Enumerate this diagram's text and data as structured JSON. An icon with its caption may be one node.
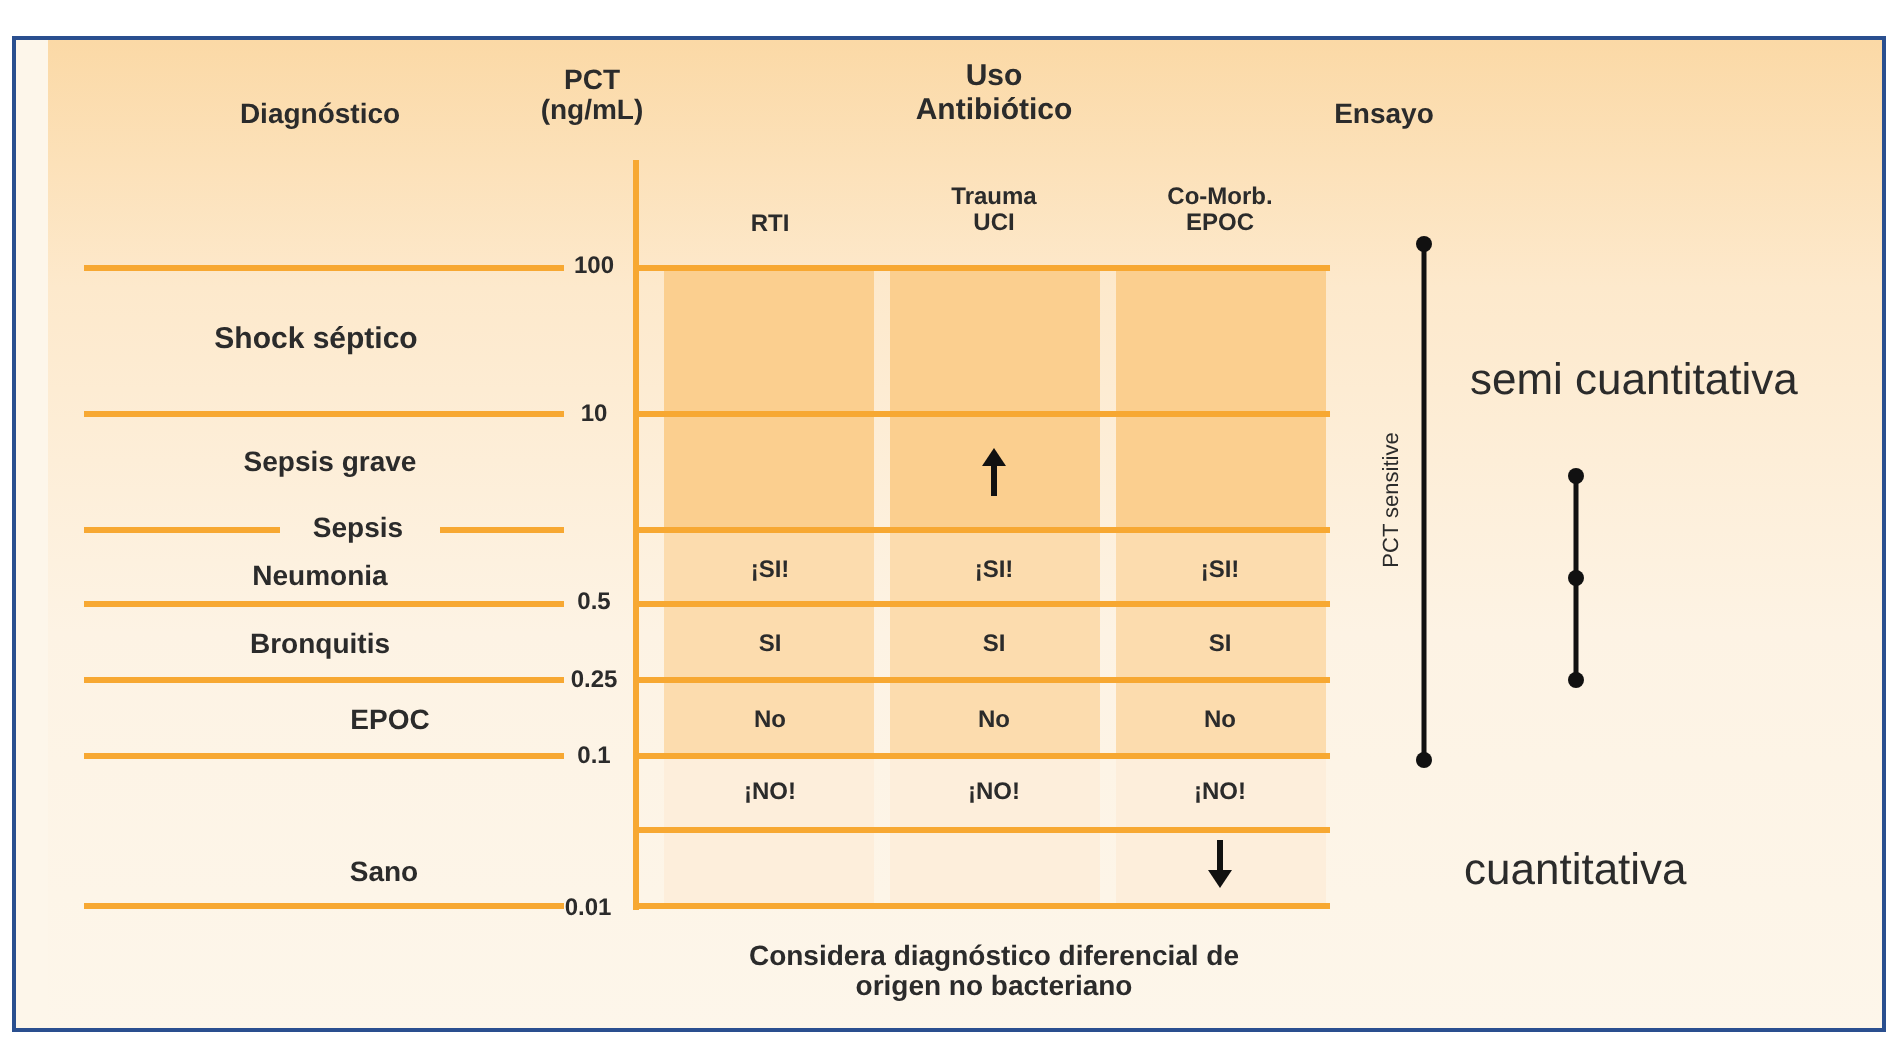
{
  "diagram": {
    "labels": [
      "Diagnóstico",
      "PCT (ng/mL)",
      "Uso Antibiótico",
      "Ensayo",
      "RTI",
      "Trauma UCI",
      "Co-Morb. EPOC",
      "100",
      "Shock séptico",
      "PCT sensitive",
      "semi cuantitativa",
      "10",
      "Sepsis grave",
      "Sepsis",
      "Neumonia",
      "¡SI!",
      "¡SI!",
      "¡SI!",
      "0.5",
      "Bronquitis",
      "SI",
      "SI",
      "SI",
      "0.25",
      "EPOC",
      "No",
      "No",
      "No",
      "0.1",
      "¡NO!",
      "¡NO!",
      "¡NO!",
      "cuantitativa",
      "Sano",
      "0.01",
      "Considera diagnóstico diferencial de origen no bacteriano"
    ]
  }
}
